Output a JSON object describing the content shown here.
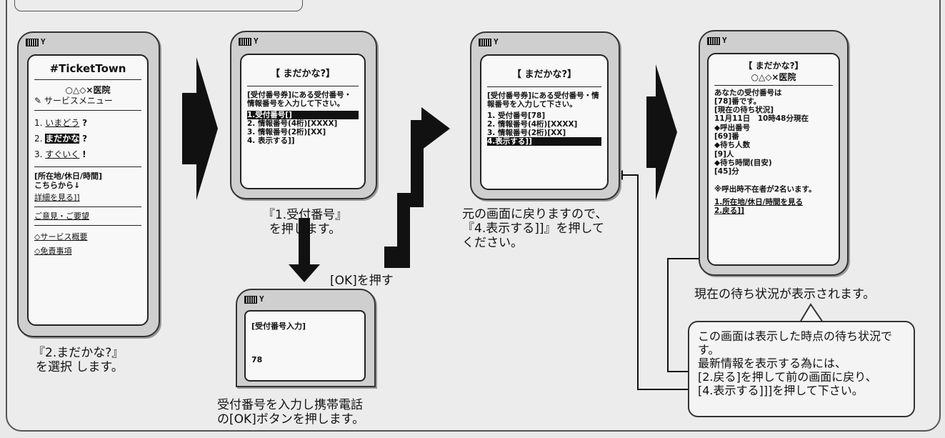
{
  "phone1": {
    "brand": "#TicketTown",
    "clinic": "○△◇×医院",
    "menu_title": "サービスメニュー",
    "items": [
      {
        "num": "1.",
        "label": "いまどう",
        "mark": "?"
      },
      {
        "num": "2.",
        "label": "まだかな",
        "mark": "?"
      },
      {
        "num": "3.",
        "label": "すぐいく",
        "mark": "!"
      }
    ],
    "location_line1": "[所在地/休日/時間]",
    "location_line2": "こちらから↓",
    "details_link": "詳細を見る]]",
    "feedback_link": "ご意見・ご要望",
    "overview_link": "◇サービス概要",
    "disclaimer_link": "◇免責事項"
  },
  "caption1": [
    "『2.まだかな?』",
    "を選択 します。"
  ],
  "phone2": {
    "title": "【 まだかな?】",
    "instruction": "[受付番号券]にある受付番号・情報番号を入力して下さい。",
    "lines": [
      "1.受付番号[]",
      "2. 情報番号(4桁)[XXXX]",
      "3. 情報番号(2桁)[XX]",
      "4. 表示する]]"
    ]
  },
  "caption2": [
    "『1.受付番号』",
    "を押します。"
  ],
  "phone_input": {
    "title": "[受付番号入力]",
    "value": "78"
  },
  "caption_input": [
    "受付番号を入力し携帯電話",
    "の[OK]ボタンを押します。"
  ],
  "ok_label": "[OK]を押す",
  "phone3": {
    "title": "【 まだかな?】",
    "instruction": "[受付番号券]にある受付番号・情報番号を入力して下さい。",
    "lines": [
      "1. 受付番号[78]",
      "2. 情報番号(4桁)[XXXX]",
      "3. 情報番号(2桁)[XX]",
      "4.表示する]]"
    ]
  },
  "caption3": [
    "元の画面に戻りますので、",
    "『4.表示する]]』を押して",
    "ください。"
  ],
  "phone4": {
    "title": "【 まだかな?】",
    "clinic": "○△◇×医院",
    "lines": [
      "あなたの受付番号は",
      "[78]番です。",
      "[現在の待ち状況]",
      "11月11日　10時48分現在",
      "◆呼出番号",
      "[69]番",
      "◆待ち人数",
      "[9]人",
      "◆待ち時間(目安)",
      "[45]分",
      "",
      "※呼出時不在者が2名います。",
      "",
      "1.所在地/休日/時間を見る",
      "2.戻る]]"
    ]
  },
  "caption4": "現在の待ち状況が表示されます。",
  "note": [
    "この画面は表示した時点の待ち状況です。",
    "最新情報を表示する為には、",
    "[2.戻る]を押して前の画面に戻り、",
    "[4.表示する]]]を押して下さい。"
  ]
}
